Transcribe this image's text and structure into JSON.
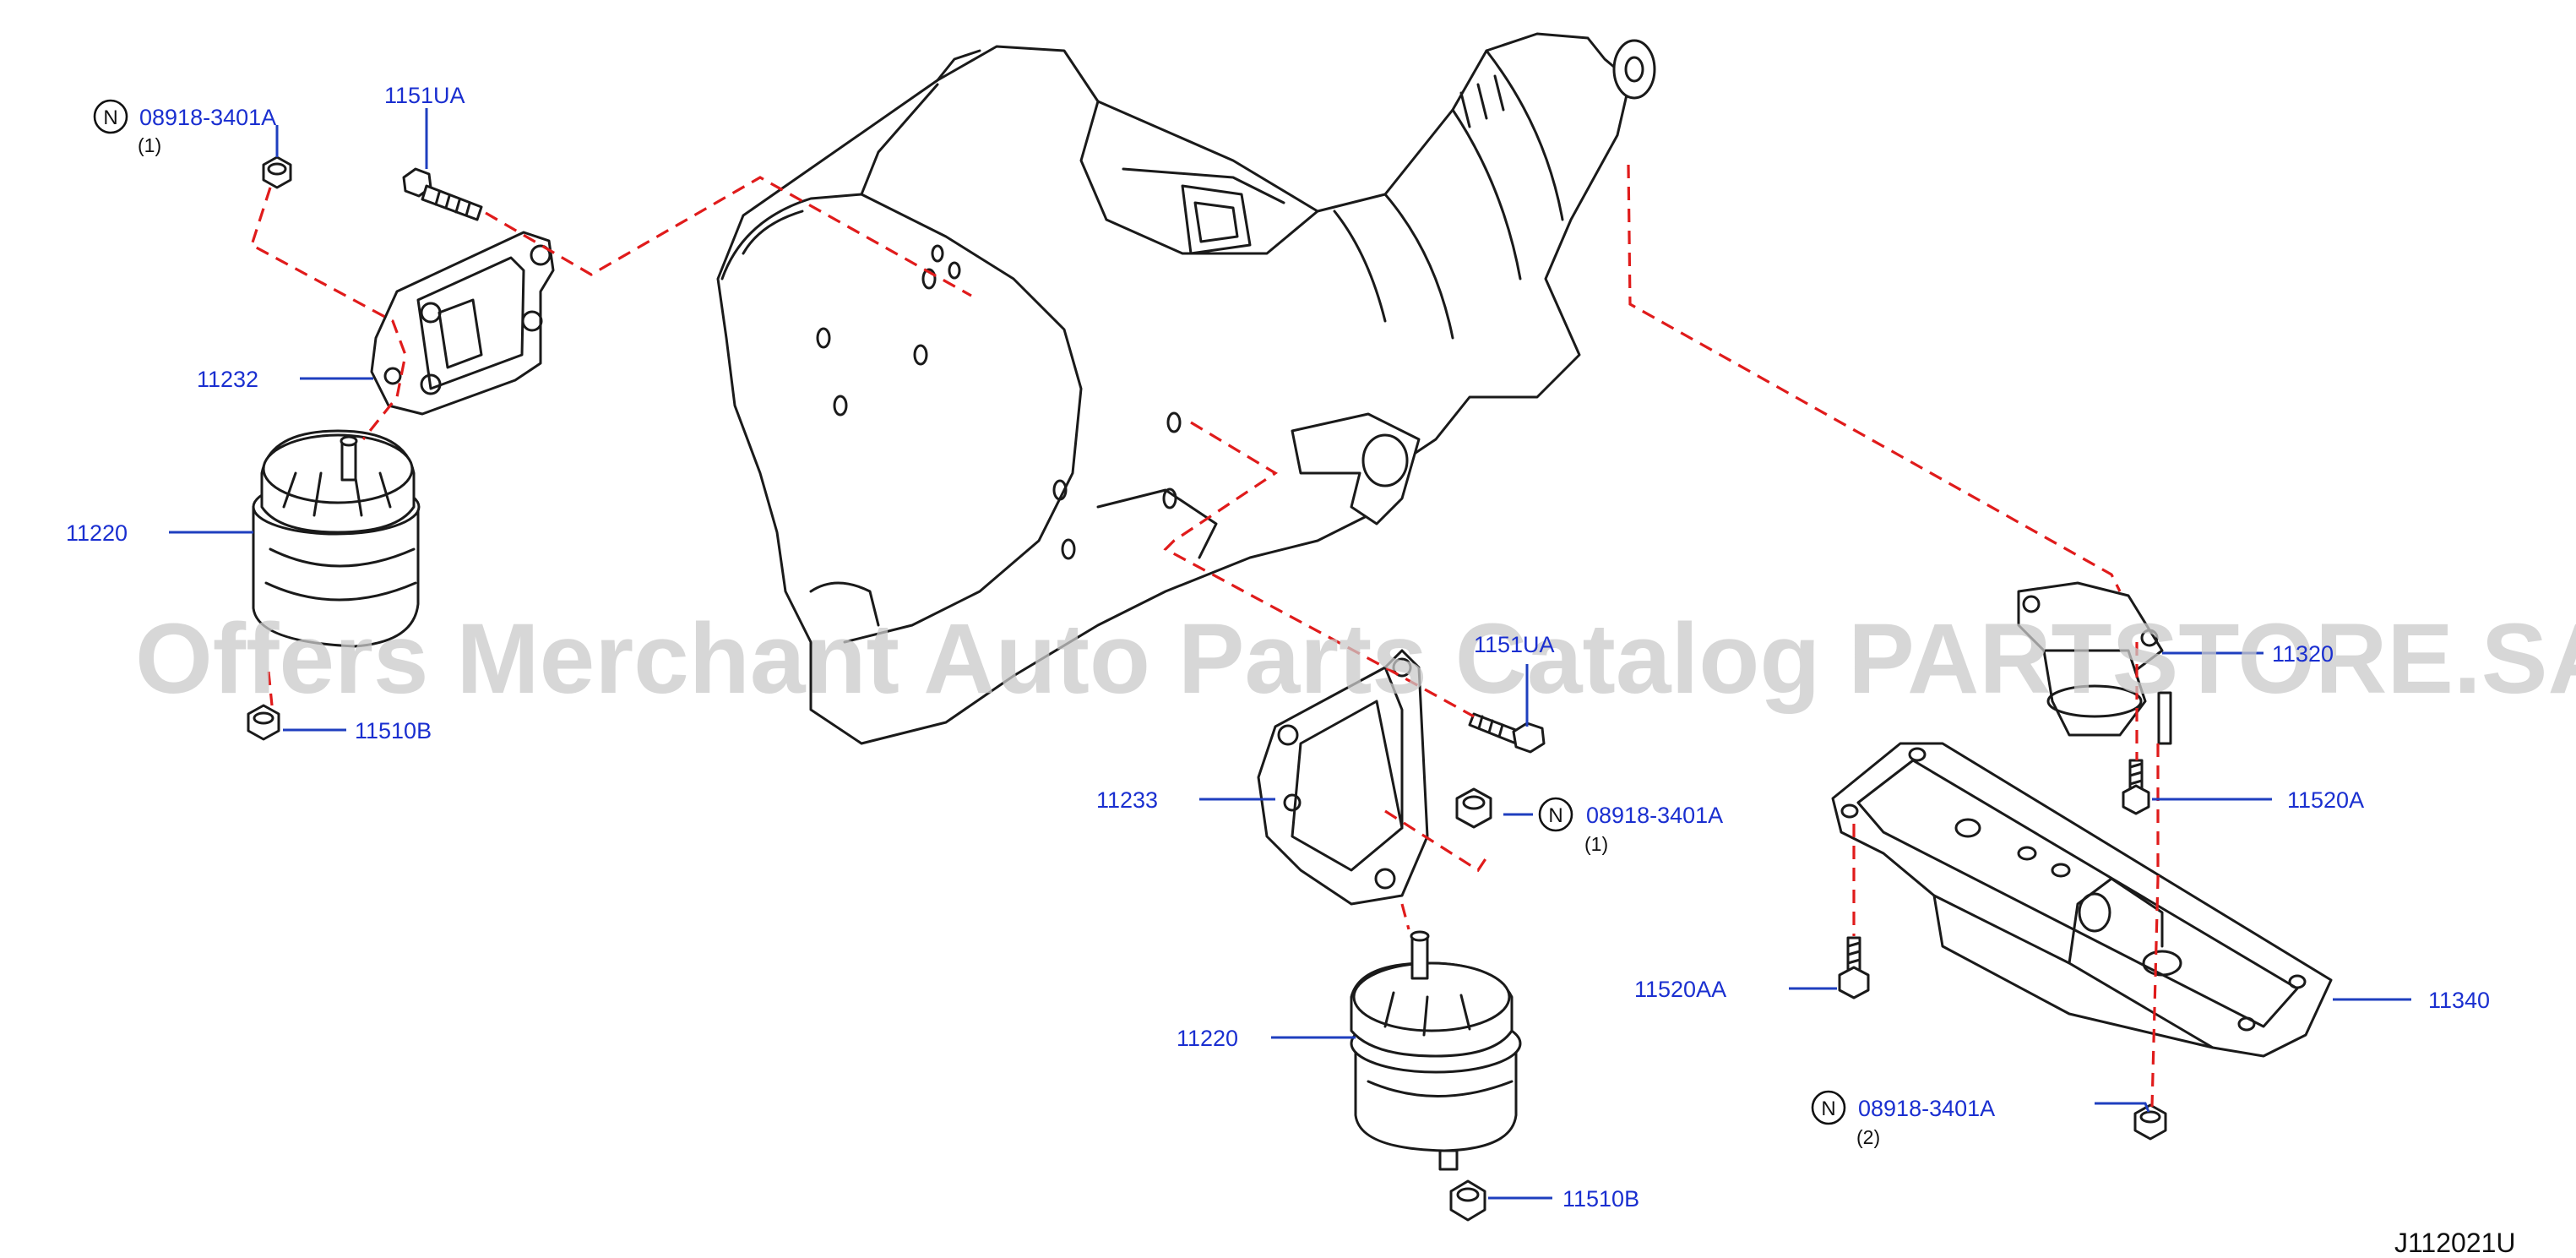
{
  "diagram": {
    "watermark": "Offers Merchant Auto Parts Catalog PARTSTORE.SA",
    "diagram_code": "J112021U",
    "note_symbol": "N",
    "colors": {
      "label": "#1a2fd0",
      "leader": "#1f3fbf",
      "dashed_line": "#e01b1b",
      "drawing": "#1a1a1a",
      "watermark": "#c9c9c9"
    }
  },
  "parts": [
    {
      "id": "nut-top-left",
      "number": "08918-3401A",
      "qty": "(1)",
      "note": true
    },
    {
      "id": "bolt-top",
      "number": "1151UA"
    },
    {
      "id": "bracket-left",
      "number": "11232"
    },
    {
      "id": "mount-left",
      "number": "11220"
    },
    {
      "id": "nut-left-bottom",
      "number": "11510B"
    },
    {
      "id": "bolt-center",
      "number": "1151UA"
    },
    {
      "id": "bracket-center",
      "number": "11233"
    },
    {
      "id": "nut-center",
      "number": "08918-3401A",
      "qty": "(1)",
      "note": true
    },
    {
      "id": "mount-center",
      "number": "11220"
    },
    {
      "id": "nut-center-bottom",
      "number": "11510B"
    },
    {
      "id": "rear-mount",
      "number": "11320"
    },
    {
      "id": "bolt-rear-a",
      "number": "11520A"
    },
    {
      "id": "bolt-rear-aa",
      "number": "11520AA"
    },
    {
      "id": "crossmember",
      "number": "11340"
    },
    {
      "id": "nut-rear",
      "number": "08918-3401A",
      "qty": "(2)",
      "note": true
    }
  ]
}
